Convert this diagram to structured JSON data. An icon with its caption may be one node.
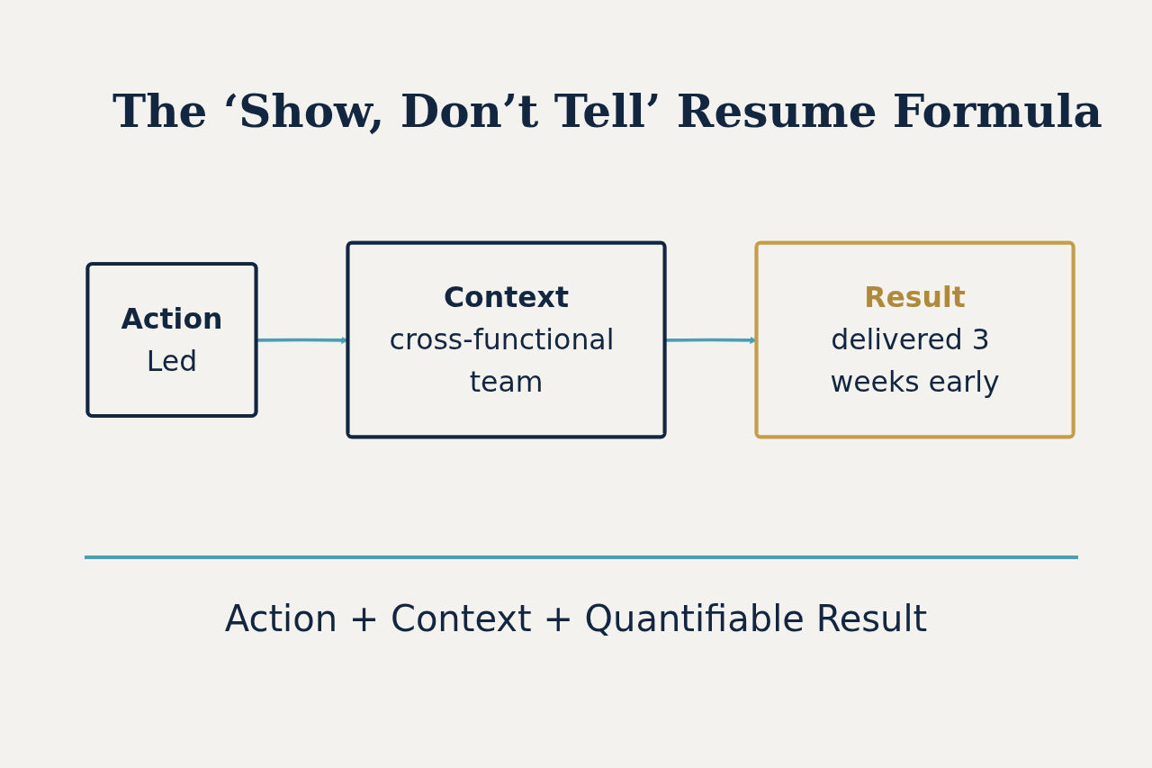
{
  "diagram": {
    "title": "The ‘Show, Don’t Tell’ Resume Formula",
    "nodes": [
      {
        "text": [
          "Action",
          "Led"
        ]
      },
      {
        "text": [
          "Context",
          "cross-functional team"
        ]
      },
      {
        "text": [
          "Result",
          "delivered 3 weeks early"
        ]
      }
    ],
    "edges": [
      {
        "from": 0,
        "to": 1,
        "arrow": "to"
      },
      {
        "from": 1,
        "to": 2,
        "arrow": "to"
      }
    ],
    "caption": "Action + Context + Quantifiable Result"
  }
}
